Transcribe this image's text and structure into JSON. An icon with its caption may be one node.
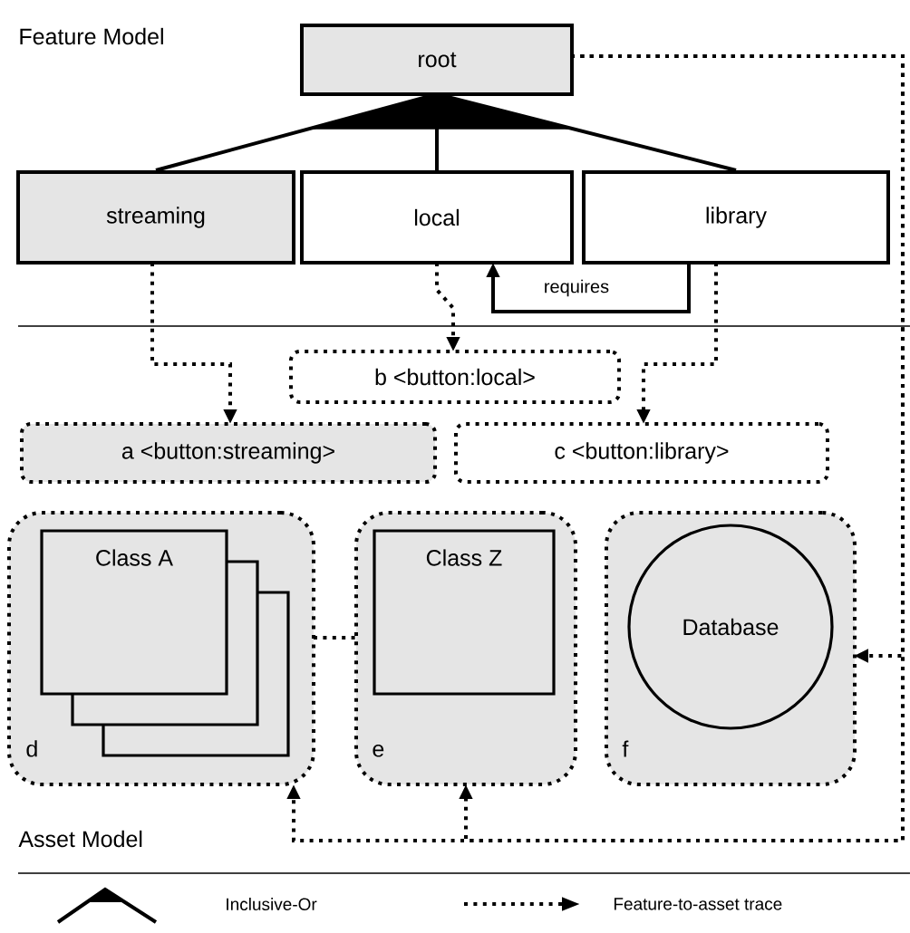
{
  "diagram": {
    "nodes": [
      {
        "text": [
          "root"
        ]
      },
      {
        "text": [
          "streaming"
        ]
      },
      {
        "text": [
          "local"
        ]
      },
      {
        "text": [
          "library"
        ]
      },
      {
        "text": [
          "b <button:local>"
        ]
      },
      {
        "text": [
          "a <button:streaming>"
        ]
      },
      {
        "text": [
          "c  <button:library>"
        ]
      },
      {
        "text": [
          "d"
        ]
      },
      {
        "text": [
          "Class A"
        ],
        "in": 7
      },
      {
        "text": [
          "e"
        ]
      },
      {
        "text": [
          "Class Z"
        ],
        "in": 9
      },
      {
        "text": [
          "f"
        ]
      },
      {
        "text": [
          "Database"
        ],
        "in": 11
      }
    ],
    "edges": [
      {
        "from": 0,
        "to": 1,
        "arrow": "none"
      },
      {
        "from": 0,
        "to": 2,
        "arrow": "none"
      },
      {
        "from": 0,
        "to": 3,
        "arrow": "none"
      },
      {
        "from": 3,
        "to": 2,
        "arrow": "to",
        "label": "requires"
      },
      {
        "from": 1,
        "to": 5,
        "arrow": "to",
        "style": "dashed"
      },
      {
        "from": 2,
        "to": 4,
        "arrow": "to",
        "style": "dashed"
      },
      {
        "from": 3,
        "to": 6,
        "arrow": "to",
        "style": "dashed"
      },
      {
        "from": 0,
        "to": 11,
        "arrow": "to",
        "style": "dashed"
      },
      {
        "from": 0,
        "to": 7,
        "arrow": "to",
        "style": "dashed"
      },
      {
        "from": 0,
        "to": 9,
        "arrow": "to",
        "style": "dashed"
      },
      {
        "from": 7,
        "to": 9,
        "arrow": "none",
        "style": "dashed"
      }
    ],
    "labels": [
      "Feature Model",
      "Asset Model"
    ],
    "legend": [
      {
        "text": "Inclusive-Or"
      },
      {
        "text": "Feature-to-asset trace"
      }
    ]
  }
}
